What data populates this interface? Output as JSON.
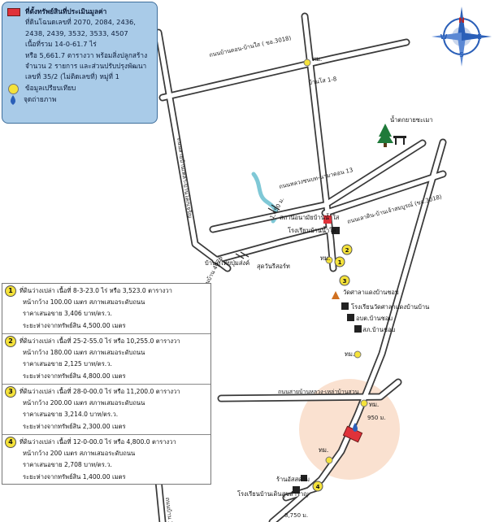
{
  "legend": {
    "title": "ที่ตั้งทรัพย์สินที่ประเมินมูลค่า",
    "lines": [
      "ที่ดินโฉนดเลขที่ 2070, 2084, 2436,",
      "2438, 2439, 3532, 3533, 4507",
      "เนื้อที่รวม 14-0-61.7 ไร่",
      "หรือ 5,661.7 ตารางวา พร้อมสิ่งปลูกสร้าง",
      "จำนวน 2 รายการ และส่วนปรับปรุงพัฒนา",
      "เลขที่ 35/2 (ไม่ติดเลขที่) หมู่ที่ 1"
    ],
    "comparison_label": "ข้อมูลเปรียบเทียบ",
    "photo_label": "จุดถ่ายภาพ",
    "colors": {
      "subject": "#e0323a",
      "comparison": "#f5e23a",
      "photo": "#2a5fb8"
    }
  },
  "compass": {
    "n": "N",
    "s": "S",
    "e": "E",
    "w": "W"
  },
  "roads": {
    "r1": "ถนนบ้านดอน-บ้านใส ( ขอ.3018)",
    "r2": "บ้านโส 1-8",
    "r3": "ถนนสายบ้านเหล่า-บ้านโคกเจริญ",
    "r4": "ถนนหลวงชนบท-นามาดอน 13",
    "r5": "ถนนเลาดิน-บ้านเจ้าสมบูรณ์ (ขอ.3018)",
    "r6": "ถนนบ้าน 4026",
    "r7": "ถนนสายบ้านหลวง-เหล่าบ้านสวน",
    "r8": "ถนนบ้าน 3",
    "r9": "1,450 ม.",
    "r10": "950 ม.",
    "r11": "8,750 ม."
  },
  "places": {
    "p1": "ทม.",
    "p2": "น้ำตกยายซะเมา",
    "p3": "สถานีอนามัยบ้านน้ำใส",
    "p4": "โรงเรียนบ้านน้ำใส",
    "p5": "บ้านภูไทยปุ่มส่งค์",
    "p6": "สุดวันรีสอร์ท",
    "p7": "วัดศาลาแดงบ้านชอบ",
    "p8": "โรงเรียนวัดศาลาแดงบ้านบ้าน",
    "p9": "อบต.บ้านชอบ",
    "p10": "สภ.บ้านชอบ",
    "p11": "ร้านอัสสดาม",
    "p12": "โรงเรียนบ้านเดินสุขสำราญ"
  },
  "comparisons": [
    {
      "n": "1",
      "l1": "ที่ดินว่างเปล่า เนื้อที่ 8-3-23.0 ไร่ หรือ 3,523.0 ตารางวา",
      "l2": "หน้ากว้าง 100.00 เมตร สภาพเสมอระดับถนน",
      "l3": "ราคาเสนอขาย 3,406 บาท/ตร.ว.",
      "l4": "ระยะห่างจากทรัพย์สิน 4,500.00 เมตร"
    },
    {
      "n": "2",
      "l1": "ที่ดินว่างเปล่า เนื้อที่ 25-2-55.0 ไร่ หรือ 10,255.0 ตารางวา",
      "l2": "หน้ากว้าง 180.00 เมตร สภาพเสมอระดับถนน",
      "l3": "ราคาเสนอขาย 2,125 บาท/ตร.ว.",
      "l4": "ระยะห่างจากทรัพย์สิน 4,800.00 เมตร"
    },
    {
      "n": "3",
      "l1": "ที่ดินว่างเปล่า เนื้อที่ 28-0-00.0 ไร่ หรือ 11,200.0 ตารางวา",
      "l2": "หน้ากว้าง 200.00 เมตร สภาพเสมอระดับถนน",
      "l3": "ราคาเสนอขาย 3,214.0 บาท/ตร.ว.",
      "l4": "ระยะห่างจากทรัพย์สิน 2,300.00 เมตร"
    },
    {
      "n": "4",
      "l1": "ที่ดินว่างเปล่า เนื้อที่ 12-0-00.0 ไร่ หรือ 4,800.0 ตารางวา",
      "l2": "หน้ากว้าง 200 เมตร สภาพเสมอระดับถนน",
      "l3": "ราคาเสนอขาย 2,708 บาท/ตร.ว.",
      "l4": "ระยะห่างจากทรัพย์สิน 1,400.00 เมตร"
    }
  ]
}
